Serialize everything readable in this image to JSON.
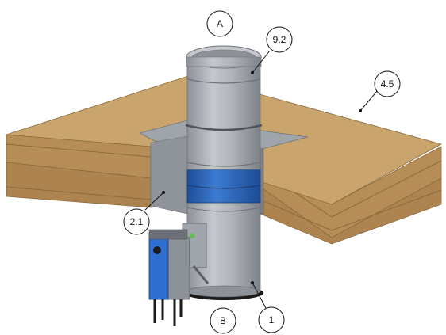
{
  "callouts": {
    "side_a": "A",
    "side_b": "B",
    "damper": "1",
    "sealant": "2.1",
    "slab": "4.5",
    "duct": "9.2"
  },
  "colors": {
    "wood_top": "#c9a46c",
    "wood_side": "#ad8350",
    "wood_front": "#b68d57",
    "steel": "#a8acb0",
    "steel_dark": "#7f848a",
    "collar": "#2f68b8",
    "actuator": "#2f6dd0",
    "gasket": "#1b1b1b"
  }
}
